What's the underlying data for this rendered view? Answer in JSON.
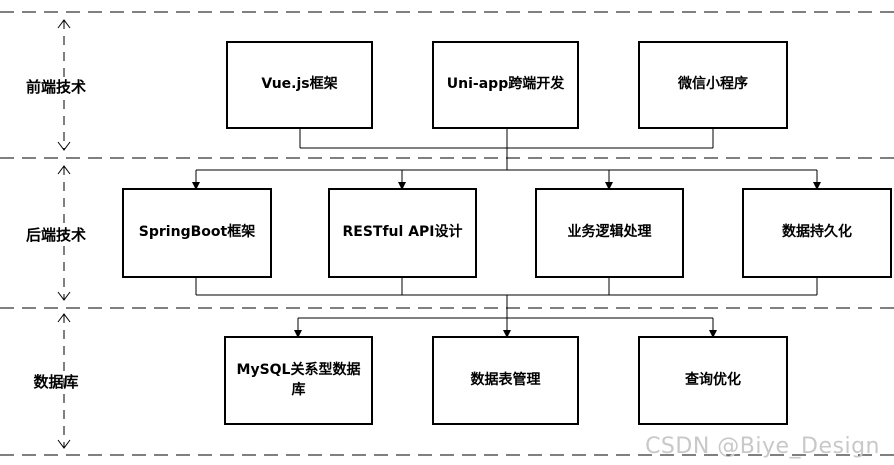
{
  "layers": [
    {
      "label": "前端技术",
      "items": [
        "Vue.js框架",
        "Uni-app跨端开发",
        "微信小程序"
      ]
    },
    {
      "label": "后端技术",
      "items": [
        "SpringBoot框架",
        "RESTful API设计",
        "业务逻辑处理",
        "数据持久化"
      ]
    },
    {
      "label": "数据库",
      "items": [
        "MySQL关系型数据库",
        "数据表管理",
        "查询优化"
      ]
    }
  ],
  "watermark": "CSDN @Biye_Design"
}
